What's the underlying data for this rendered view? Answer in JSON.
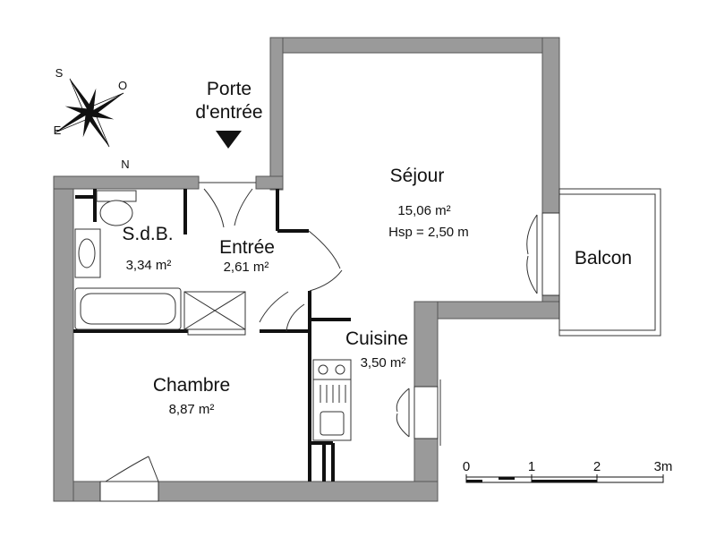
{
  "entrance": {
    "line1": "Porte",
    "line2": "d'entrée"
  },
  "compass": {
    "n": "N",
    "s": "S",
    "e": "E",
    "o": "O"
  },
  "rooms": {
    "sejour": {
      "name": "Séjour",
      "area": "15,06 m²",
      "extra": "Hsp = 2,50 m"
    },
    "entree": {
      "name": "Entrée",
      "area": "2,61 m²"
    },
    "sdb": {
      "name": "S.d.B.",
      "area": "3,34 m²"
    },
    "cuisine": {
      "name": "Cuisine",
      "area": "3,50 m²"
    },
    "chambre": {
      "name": "Chambre",
      "area": "8,87 m²"
    },
    "balcon": {
      "name": "Balcon"
    }
  },
  "scale": {
    "ticks": [
      "0",
      "1",
      "2",
      "3m"
    ]
  },
  "colors": {
    "wall": "#9a9a9a",
    "wall_edge": "#555555",
    "line": "#222222"
  }
}
